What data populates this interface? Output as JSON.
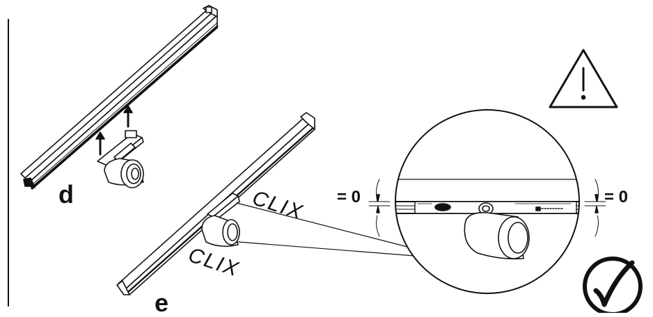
{
  "labels": {
    "step_d": "d",
    "step_e": "e",
    "clix_upper": "CLIX",
    "clix_lower": "CLIX",
    "gap_left": "= 0",
    "gap_right": "= 0"
  },
  "icons": {
    "warning": "warning-triangle-icon",
    "confirm": "checkmark-circle-icon"
  },
  "colors": {
    "line": "#111111",
    "background": "#ffffff"
  }
}
